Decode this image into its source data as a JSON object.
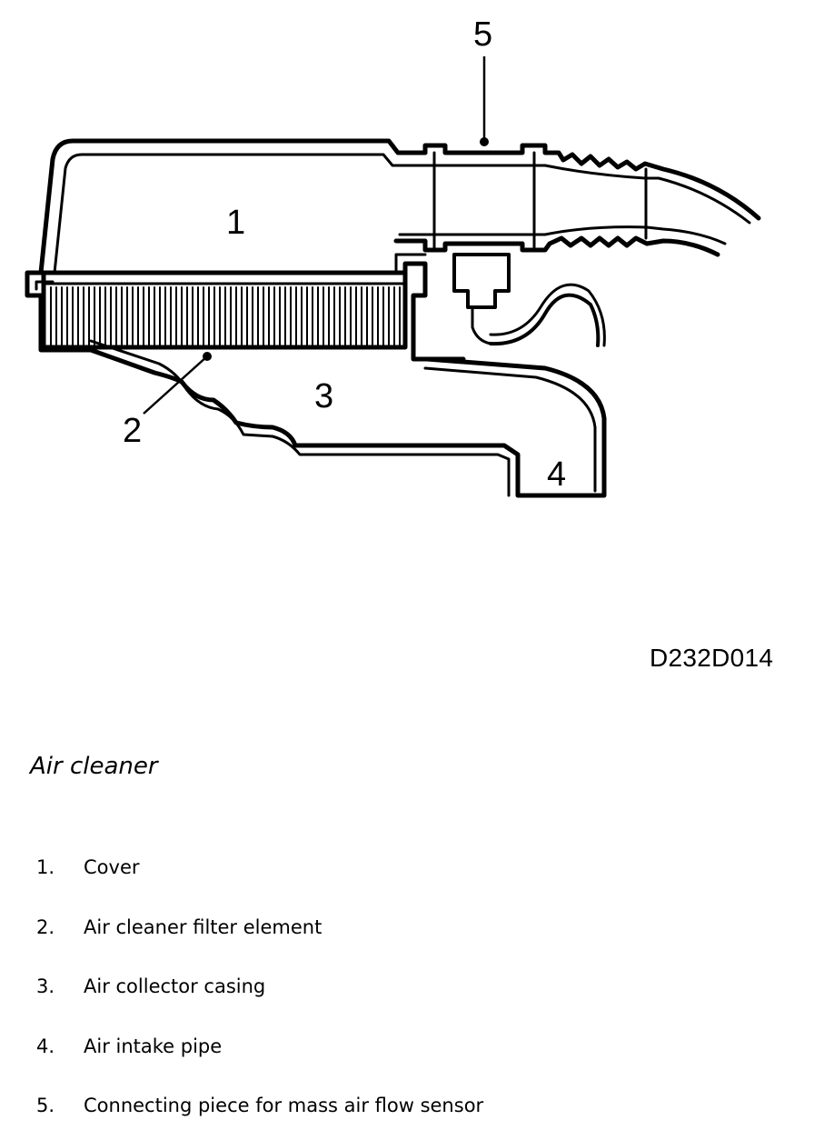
{
  "diagram": {
    "callouts": [
      {
        "id": "1",
        "label": "1"
      },
      {
        "id": "2",
        "label": "2"
      },
      {
        "id": "3",
        "label": "3"
      },
      {
        "id": "4",
        "label": "4"
      },
      {
        "id": "5",
        "label": "5"
      }
    ],
    "figure_code": "D232D014"
  },
  "caption": "Air cleaner",
  "legend": {
    "items": [
      {
        "number": "1.",
        "text": "Cover"
      },
      {
        "number": "2.",
        "text": "Air cleaner filter element"
      },
      {
        "number": "3.",
        "text": "Air collector casing"
      },
      {
        "number": "4.",
        "text": "Air intake pipe"
      },
      {
        "number": "5.",
        "text": "Connecting piece for mass air flow sensor"
      }
    ]
  }
}
